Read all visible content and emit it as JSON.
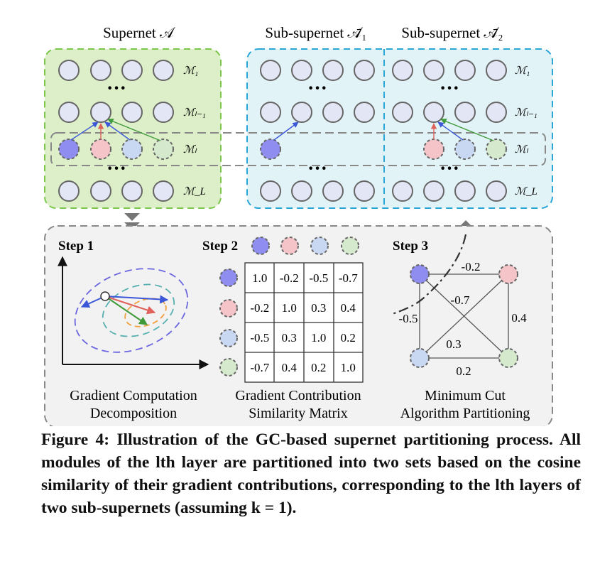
{
  "top": {
    "supernet_title": "Supernet 𝒜",
    "sub1_title": "Sub-supernet 𝒜̄₁",
    "sub2_title": "Sub-supernet 𝒜̄₂",
    "row_labels": [
      "ℳ₁",
      "ℳₗ₋₁",
      "ℳₗ",
      "ℳ_L"
    ],
    "ellipsis": "···"
  },
  "steps": {
    "step1": "Step 1",
    "step2": "Step 2",
    "step3": "Step 3"
  },
  "matrix": [
    [
      "1.0",
      "-0.2",
      "-0.5",
      "-0.7"
    ],
    [
      "-0.2",
      "1.0",
      "0.3",
      "0.4"
    ],
    [
      "-0.5",
      "0.3",
      "1.0",
      "0.2"
    ],
    [
      "-0.7",
      "0.4",
      "0.2",
      "1.0"
    ]
  ],
  "graph_edges": {
    "top": "-0.2",
    "diag": "-0.7",
    "left": "-0.5",
    "right": "0.4",
    "cross": "0.3",
    "bottom": "0.2"
  },
  "captions": {
    "c1_line1": "Gradient Computation",
    "c1_line2": "Decomposition",
    "c2_line1": "Gradient Contribution",
    "c2_line2": "Similarity Matrix",
    "c3_line1": "Minimum Cut",
    "c3_line2": "Algorithm Partitioning"
  },
  "figure_caption": {
    "label": "Figure 4:",
    "text": "Illustration of the GC-based supernet partitioning process. All modules of the lth layer are partitioned into two sets based on the cosine similarity of their gradient contributions, corresponding to the lth layers of two sub-supernets (assuming k = 1)."
  },
  "colors": {
    "module_blue": "#8f8ef0",
    "module_red": "#f4c4c8",
    "module_lightblue": "#c9d8f2",
    "module_green": "#d5e9cc",
    "node_default": "#e3e6f4",
    "supernet_bg": "#dcefc8",
    "supernet_border": "#7bc74a",
    "sub_bg": "#e2f3f7",
    "sub_border": "#29a6d6",
    "bottom_panel_bg": "#f2f2f2"
  }
}
